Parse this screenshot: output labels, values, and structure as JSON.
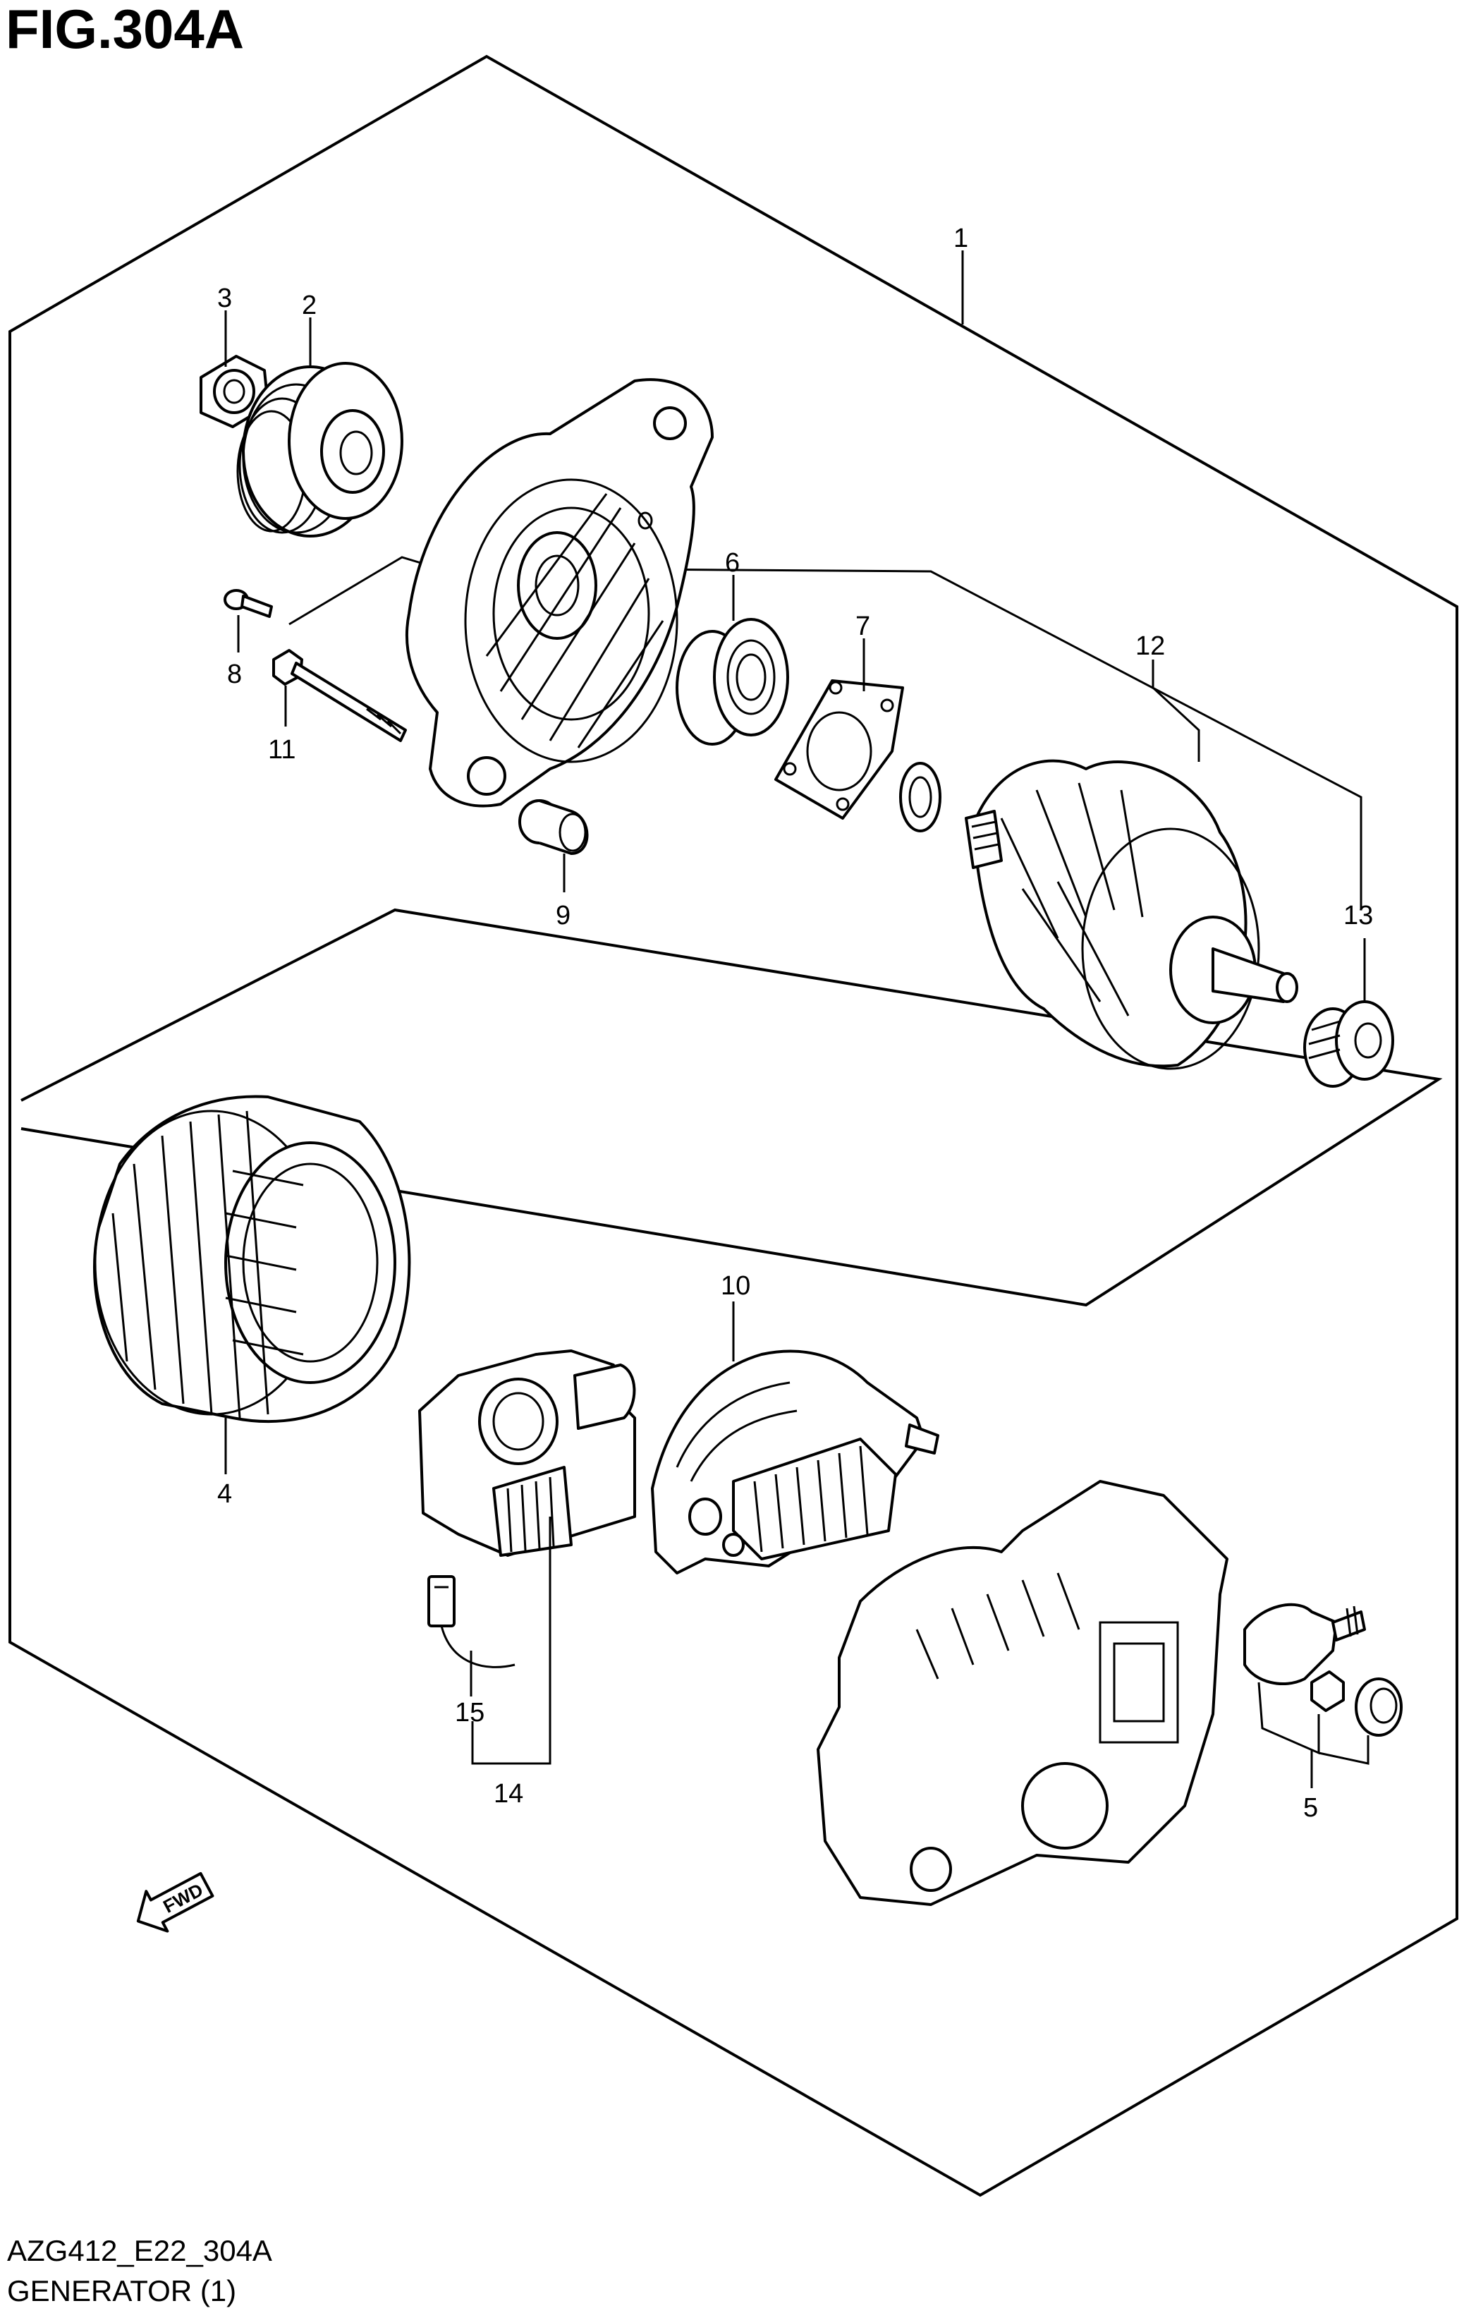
{
  "figure": {
    "title": "FIG.304A",
    "code": "AZG412_E22_304A",
    "caption": "GENERATOR (1)",
    "fwd_label": "FWD"
  },
  "callouts": {
    "c1": "1",
    "c2": "2",
    "c3": "3",
    "c4": "4",
    "c5": "5",
    "c6": "6",
    "c7": "7",
    "c8": "8",
    "c9": "9",
    "c10": "10",
    "c11": "11",
    "c12": "12",
    "c13": "13",
    "c14": "14",
    "c15": "15"
  },
  "parts": [
    {
      "id": "pulley-nut",
      "callout": "3"
    },
    {
      "id": "pulley",
      "callout": "2"
    },
    {
      "id": "drive-end-frame",
      "callout": "1"
    },
    {
      "id": "bearing-front",
      "callout": "6"
    },
    {
      "id": "retainer-plate",
      "callout": "7"
    },
    {
      "id": "screw",
      "callout": "8"
    },
    {
      "id": "through-bolt",
      "callout": "11"
    },
    {
      "id": "bushing",
      "callout": "9"
    },
    {
      "id": "rotor",
      "callout": "12"
    },
    {
      "id": "bearing-rear",
      "callout": "13"
    },
    {
      "id": "stator",
      "callout": "4"
    },
    {
      "id": "regulator",
      "callout": "14"
    },
    {
      "id": "connector",
      "callout": "15"
    },
    {
      "id": "rectifier",
      "callout": "10"
    },
    {
      "id": "rear-frame-terminal-kit",
      "callout": "5"
    }
  ]
}
